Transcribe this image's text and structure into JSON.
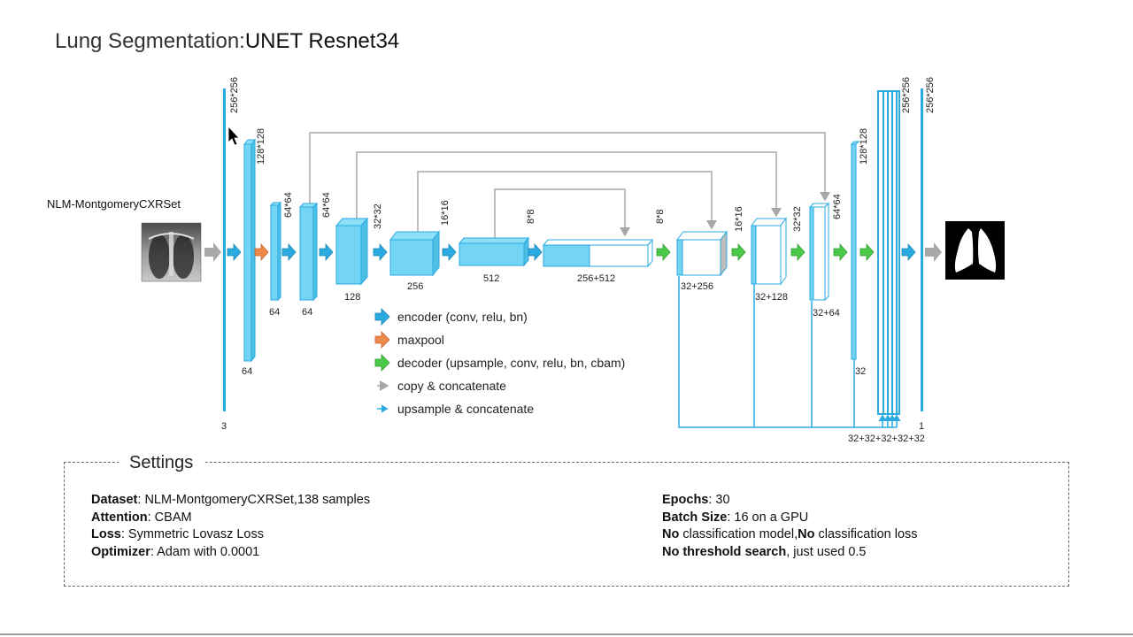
{
  "title": {
    "prefix": "Lung Segmentation:",
    "main": "UNET Resnet34"
  },
  "dataset_label": "NLM-MontgomeryCXRSet",
  "diagram_labels": {
    "input_res": "256*256",
    "input_ch": "3",
    "r128": "128*128",
    "c64a": "64",
    "r64a": "64*64",
    "c64b": "64",
    "r64b": "64*64",
    "c64c": "64",
    "r32": "32*32",
    "c128": "128",
    "r16": "16*16",
    "c256": "256",
    "r8": "8*8",
    "c512": "512",
    "r8b": "8*8",
    "c256_512": "256+512",
    "d_r16": "16*16",
    "d_c32_256": "32+256",
    "d_r32": "32*32",
    "d_c32_128": "32+128",
    "d_r64": "64*64",
    "d_c32_64": "32+64",
    "d_r128": "128*128",
    "d_c32": "32",
    "d_r256": "256*256",
    "concat_sum": "32+32+32+32+32",
    "out_res": "256*256",
    "out_ch": "1"
  },
  "legend": [
    {
      "icon": "blue-arrow-icon",
      "label": "encoder (conv, relu, bn)"
    },
    {
      "icon": "orange-arrow-icon",
      "label": "maxpool"
    },
    {
      "icon": "green-arrow-icon",
      "label": "decoder (upsample, conv, relu, bn, cbam)"
    },
    {
      "icon": "gray-line-arrow-icon",
      "label": "copy & concatenate"
    },
    {
      "icon": "cyan-line-arrow-icon",
      "label": "upsample & concatenate"
    }
  ],
  "colors": {
    "encoder": "#29aae1",
    "maxpool": "#f08a4b",
    "decoder": "#4dc94a",
    "copy": "#a8a8a8",
    "block": "#73d4f3",
    "block_edge": "#29aae1"
  },
  "settings": {
    "heading": "Settings",
    "left": [
      {
        "key": "Dataset",
        "value": ": NLM-MontgomeryCXRSet,138 samples"
      },
      {
        "key": "Attention",
        "value": ": CBAM"
      },
      {
        "key": "Loss",
        "value": ": Symmetric Lovasz Loss"
      },
      {
        "key": "Optimizer",
        "value": ": Adam with 0.0001"
      }
    ],
    "right": [
      {
        "key": "Epochs",
        "value": ": 30"
      },
      {
        "key": "Batch Size",
        "value": ": 16 on a GPU"
      },
      {
        "key": "No",
        "value": " classification model,",
        "key2": "No",
        "value2": " classification loss"
      },
      {
        "key": "No threshold search",
        "value": ", just used 0.5"
      }
    ]
  }
}
